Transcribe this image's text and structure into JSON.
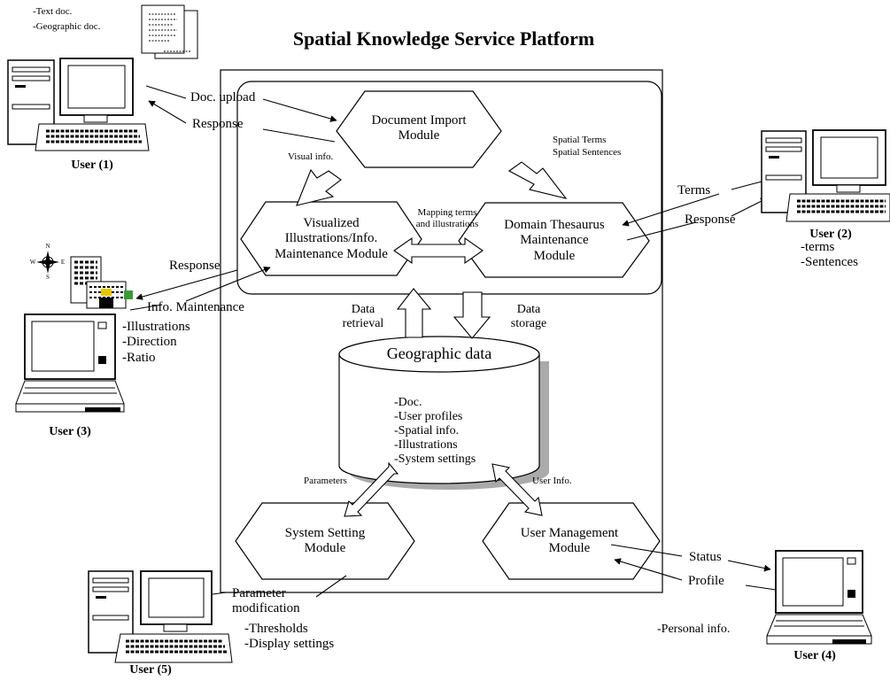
{
  "title": "Spatial Knowledge Service Platform",
  "modules": {
    "import": [
      "Document Import",
      "Module"
    ],
    "visual": [
      "Visualized",
      "Illustrations/Info.",
      "Maintenance Module"
    ],
    "thesaurus": [
      "Domain Thesaurus",
      "Maintenance",
      "Module"
    ],
    "system": [
      "System Setting",
      "Module"
    ],
    "user_mgmt": [
      "User Management",
      "Module"
    ]
  },
  "database": {
    "label": "Geographic data",
    "contents": [
      "-Doc.",
      "-User profiles",
      "-Spatial info.",
      "-Illustrations",
      "-System settings"
    ]
  },
  "users": {
    "u1": "User (1)",
    "u2": "User (2)",
    "u3": "User (3)",
    "u4": "User (4)",
    "u5": "User (5)"
  },
  "notes": {
    "u1": [
      "-Text doc.",
      "-Geographic doc."
    ],
    "u2": [
      "-terms",
      "-Sentences"
    ],
    "u3": [
      "-Illustrations",
      "-Direction",
      "-Ratio"
    ],
    "u4": [
      "-Personal info."
    ],
    "u5": [
      "-Thresholds",
      "-Display settings"
    ]
  },
  "labels": {
    "doc_upload": "Doc. upload",
    "response1": "Response",
    "visual_info": "Visual info.",
    "spatial_terms": "Spatial Terms",
    "spatial_sentences": "Spatial Sentences",
    "mapping": [
      "Mapping terms",
      "and illustrations"
    ],
    "terms": "Terms",
    "response2": "Response",
    "response3": "Response",
    "info_maintenance": "Info. Maintenance",
    "data_retrieval": [
      "Data",
      "retrieval"
    ],
    "data_storage": [
      "Data",
      "storage"
    ],
    "parameters": "Parameters",
    "user_info": "User Info.",
    "status": "Status",
    "profile": "Profile",
    "param_mod": [
      "Parameter",
      "modification"
    ]
  },
  "compass": {
    "n": "N",
    "s": "S",
    "e": "E",
    "w": "W"
  }
}
